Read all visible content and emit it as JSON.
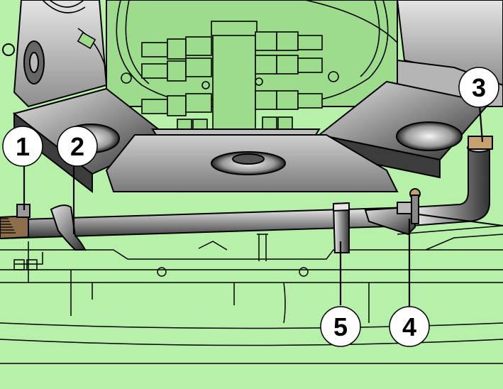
{
  "colors": {
    "background": "#b7f0a8",
    "ink": "#000000",
    "label_fill": "#ffffff",
    "metal_dark": "#4a4a4a",
    "metal_mid": "#8a8a8a",
    "metal_light": "#d8d8d8"
  },
  "callouts": [
    {
      "id": "1",
      "text": "1"
    },
    {
      "id": "2",
      "text": "2"
    },
    {
      "id": "3",
      "text": "3"
    },
    {
      "id": "4",
      "text": "4"
    },
    {
      "id": "5",
      "text": "5"
    }
  ]
}
